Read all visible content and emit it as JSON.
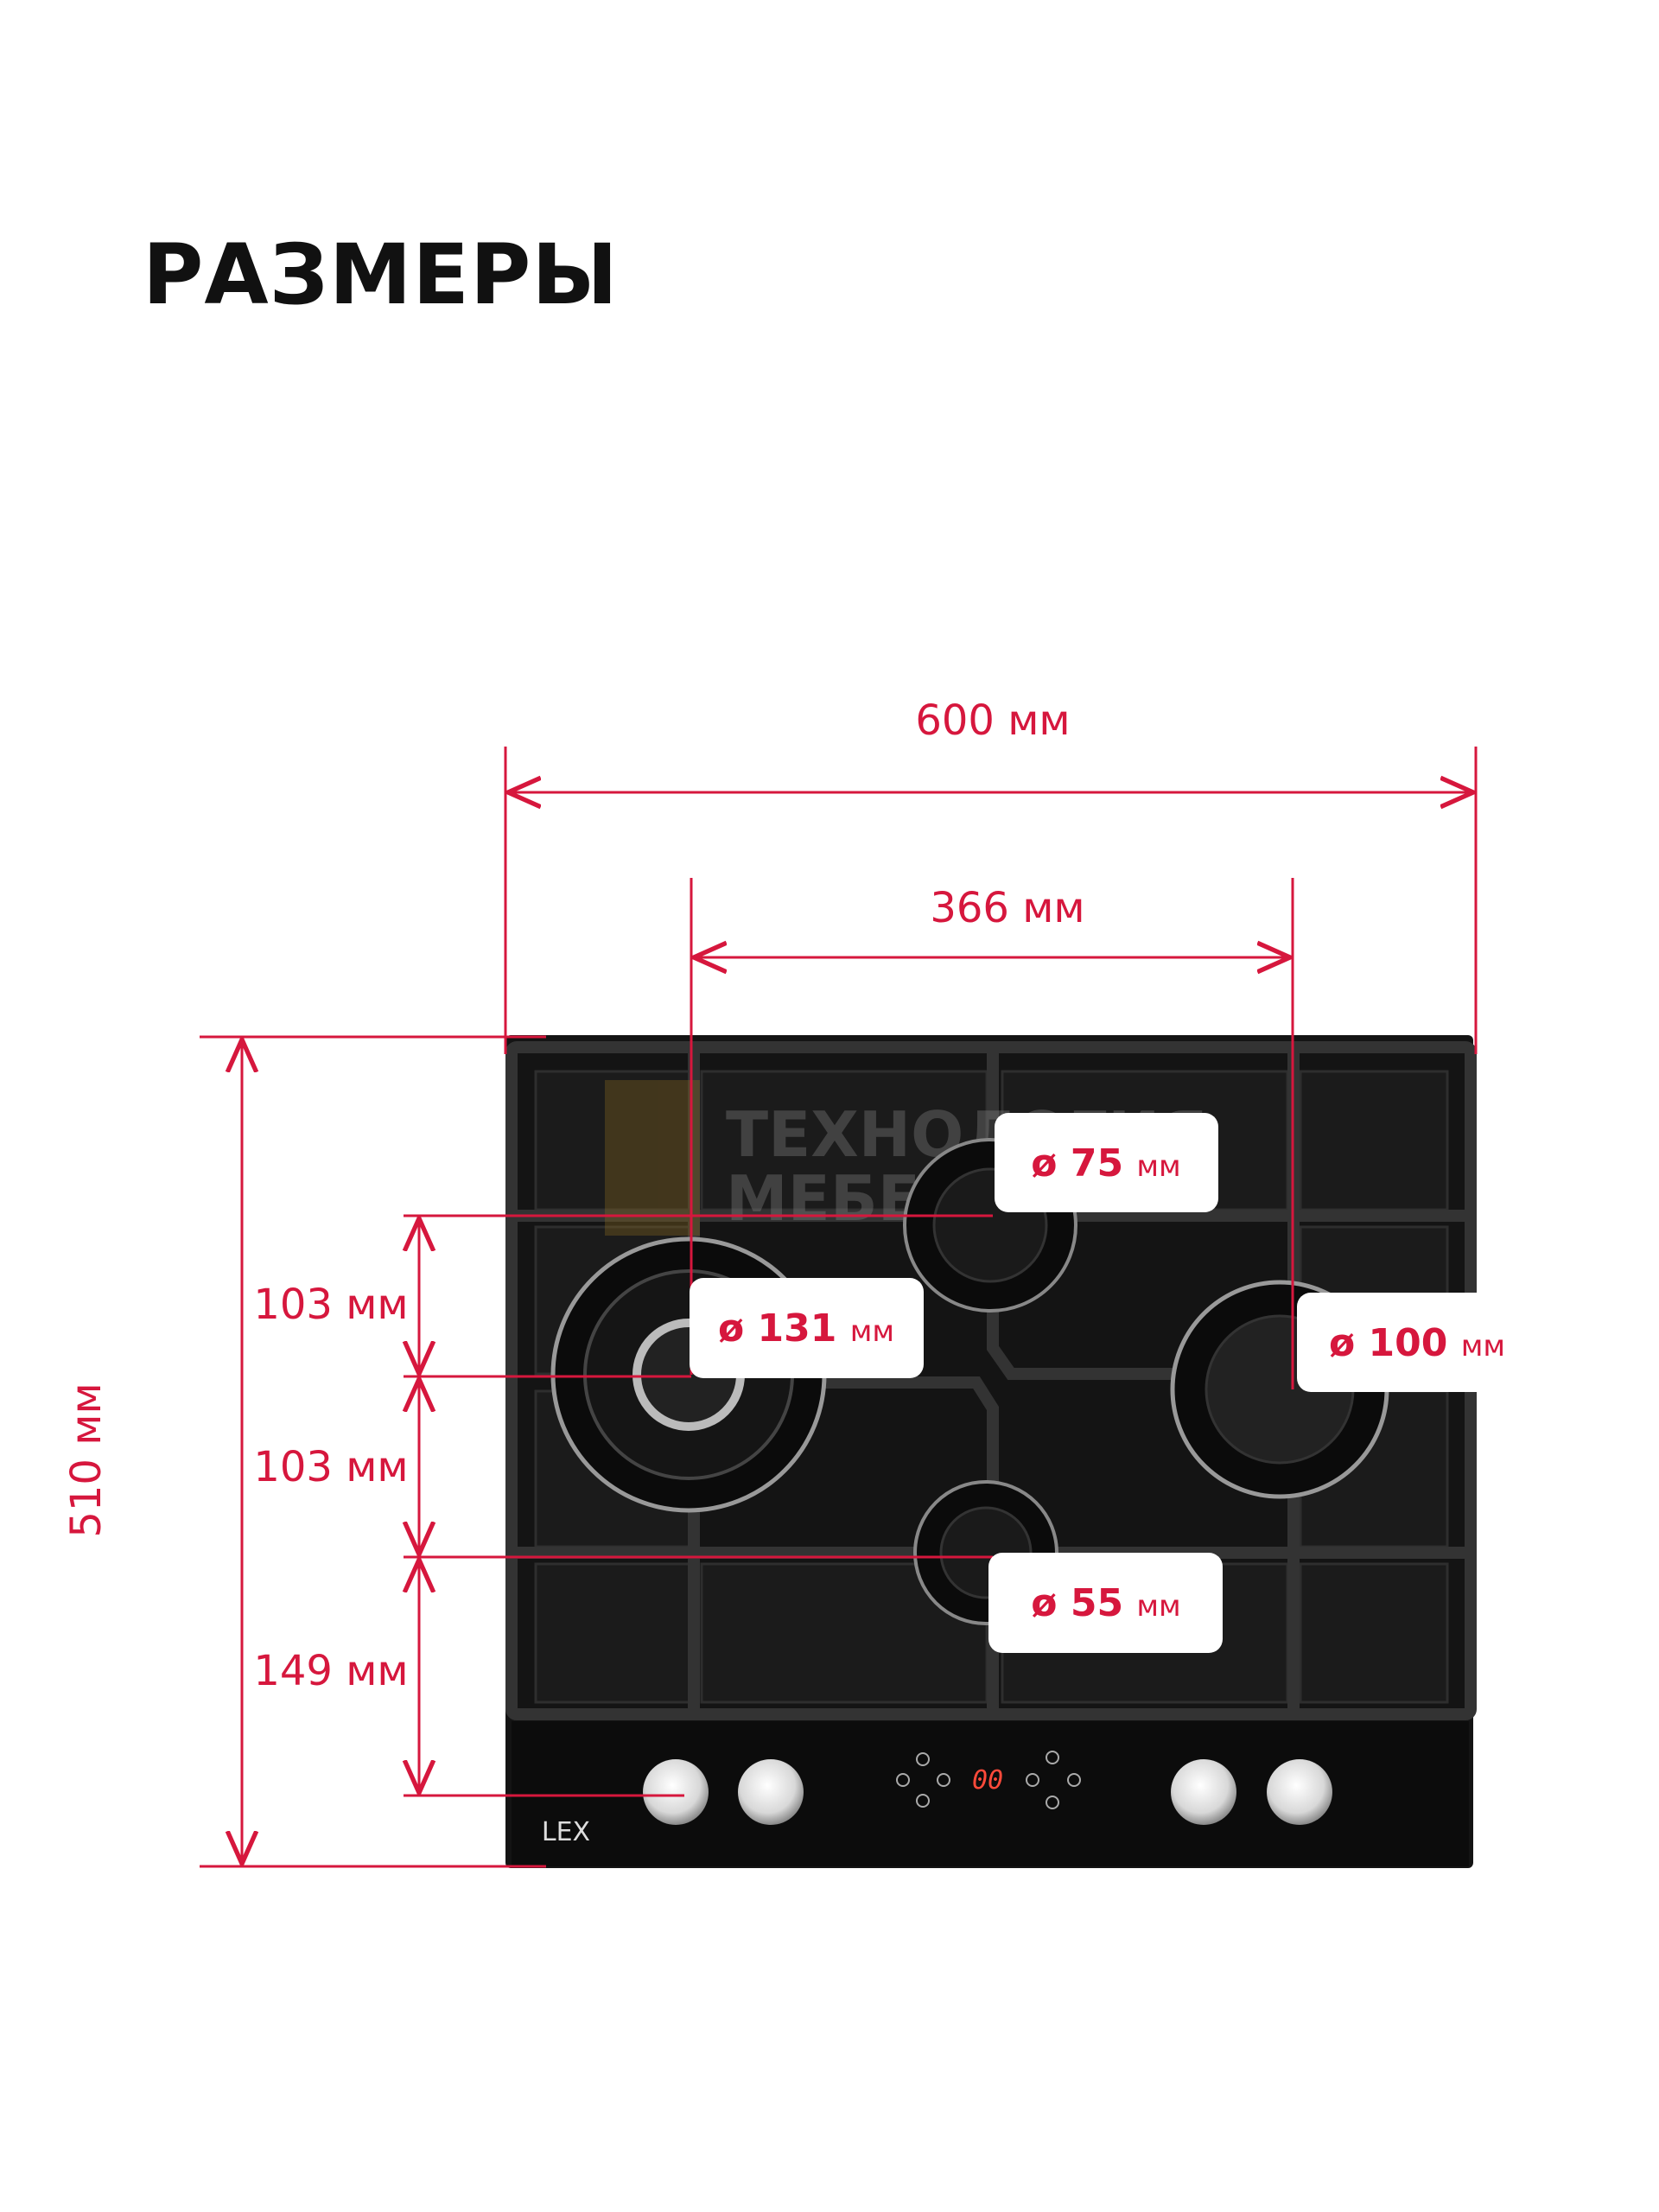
{
  "title": "РАЗМЕРЫ",
  "dimensions": {
    "width_total": "600 мм",
    "burner_spacing": "366 мм",
    "depth_total": "510 мм",
    "offset_1": "103 мм",
    "offset_2": "103 мм",
    "offset_3": "149 мм"
  },
  "burners": [
    {
      "diameter": "ø 75",
      "unit": "мм"
    },
    {
      "diameter": "ø 131",
      "unit": "мм"
    },
    {
      "diameter": "ø 100",
      "unit": "мм"
    },
    {
      "diameter": "ø 55",
      "unit": "мм"
    }
  ],
  "hob": {
    "brand": "LEX",
    "display": "00"
  },
  "watermark": {
    "line1": "ТЕХНОЛОГИЯ",
    "line2": "МЕБЕЛИ"
  },
  "colors": {
    "accent": "#d6173d",
    "hob": "#121212"
  }
}
